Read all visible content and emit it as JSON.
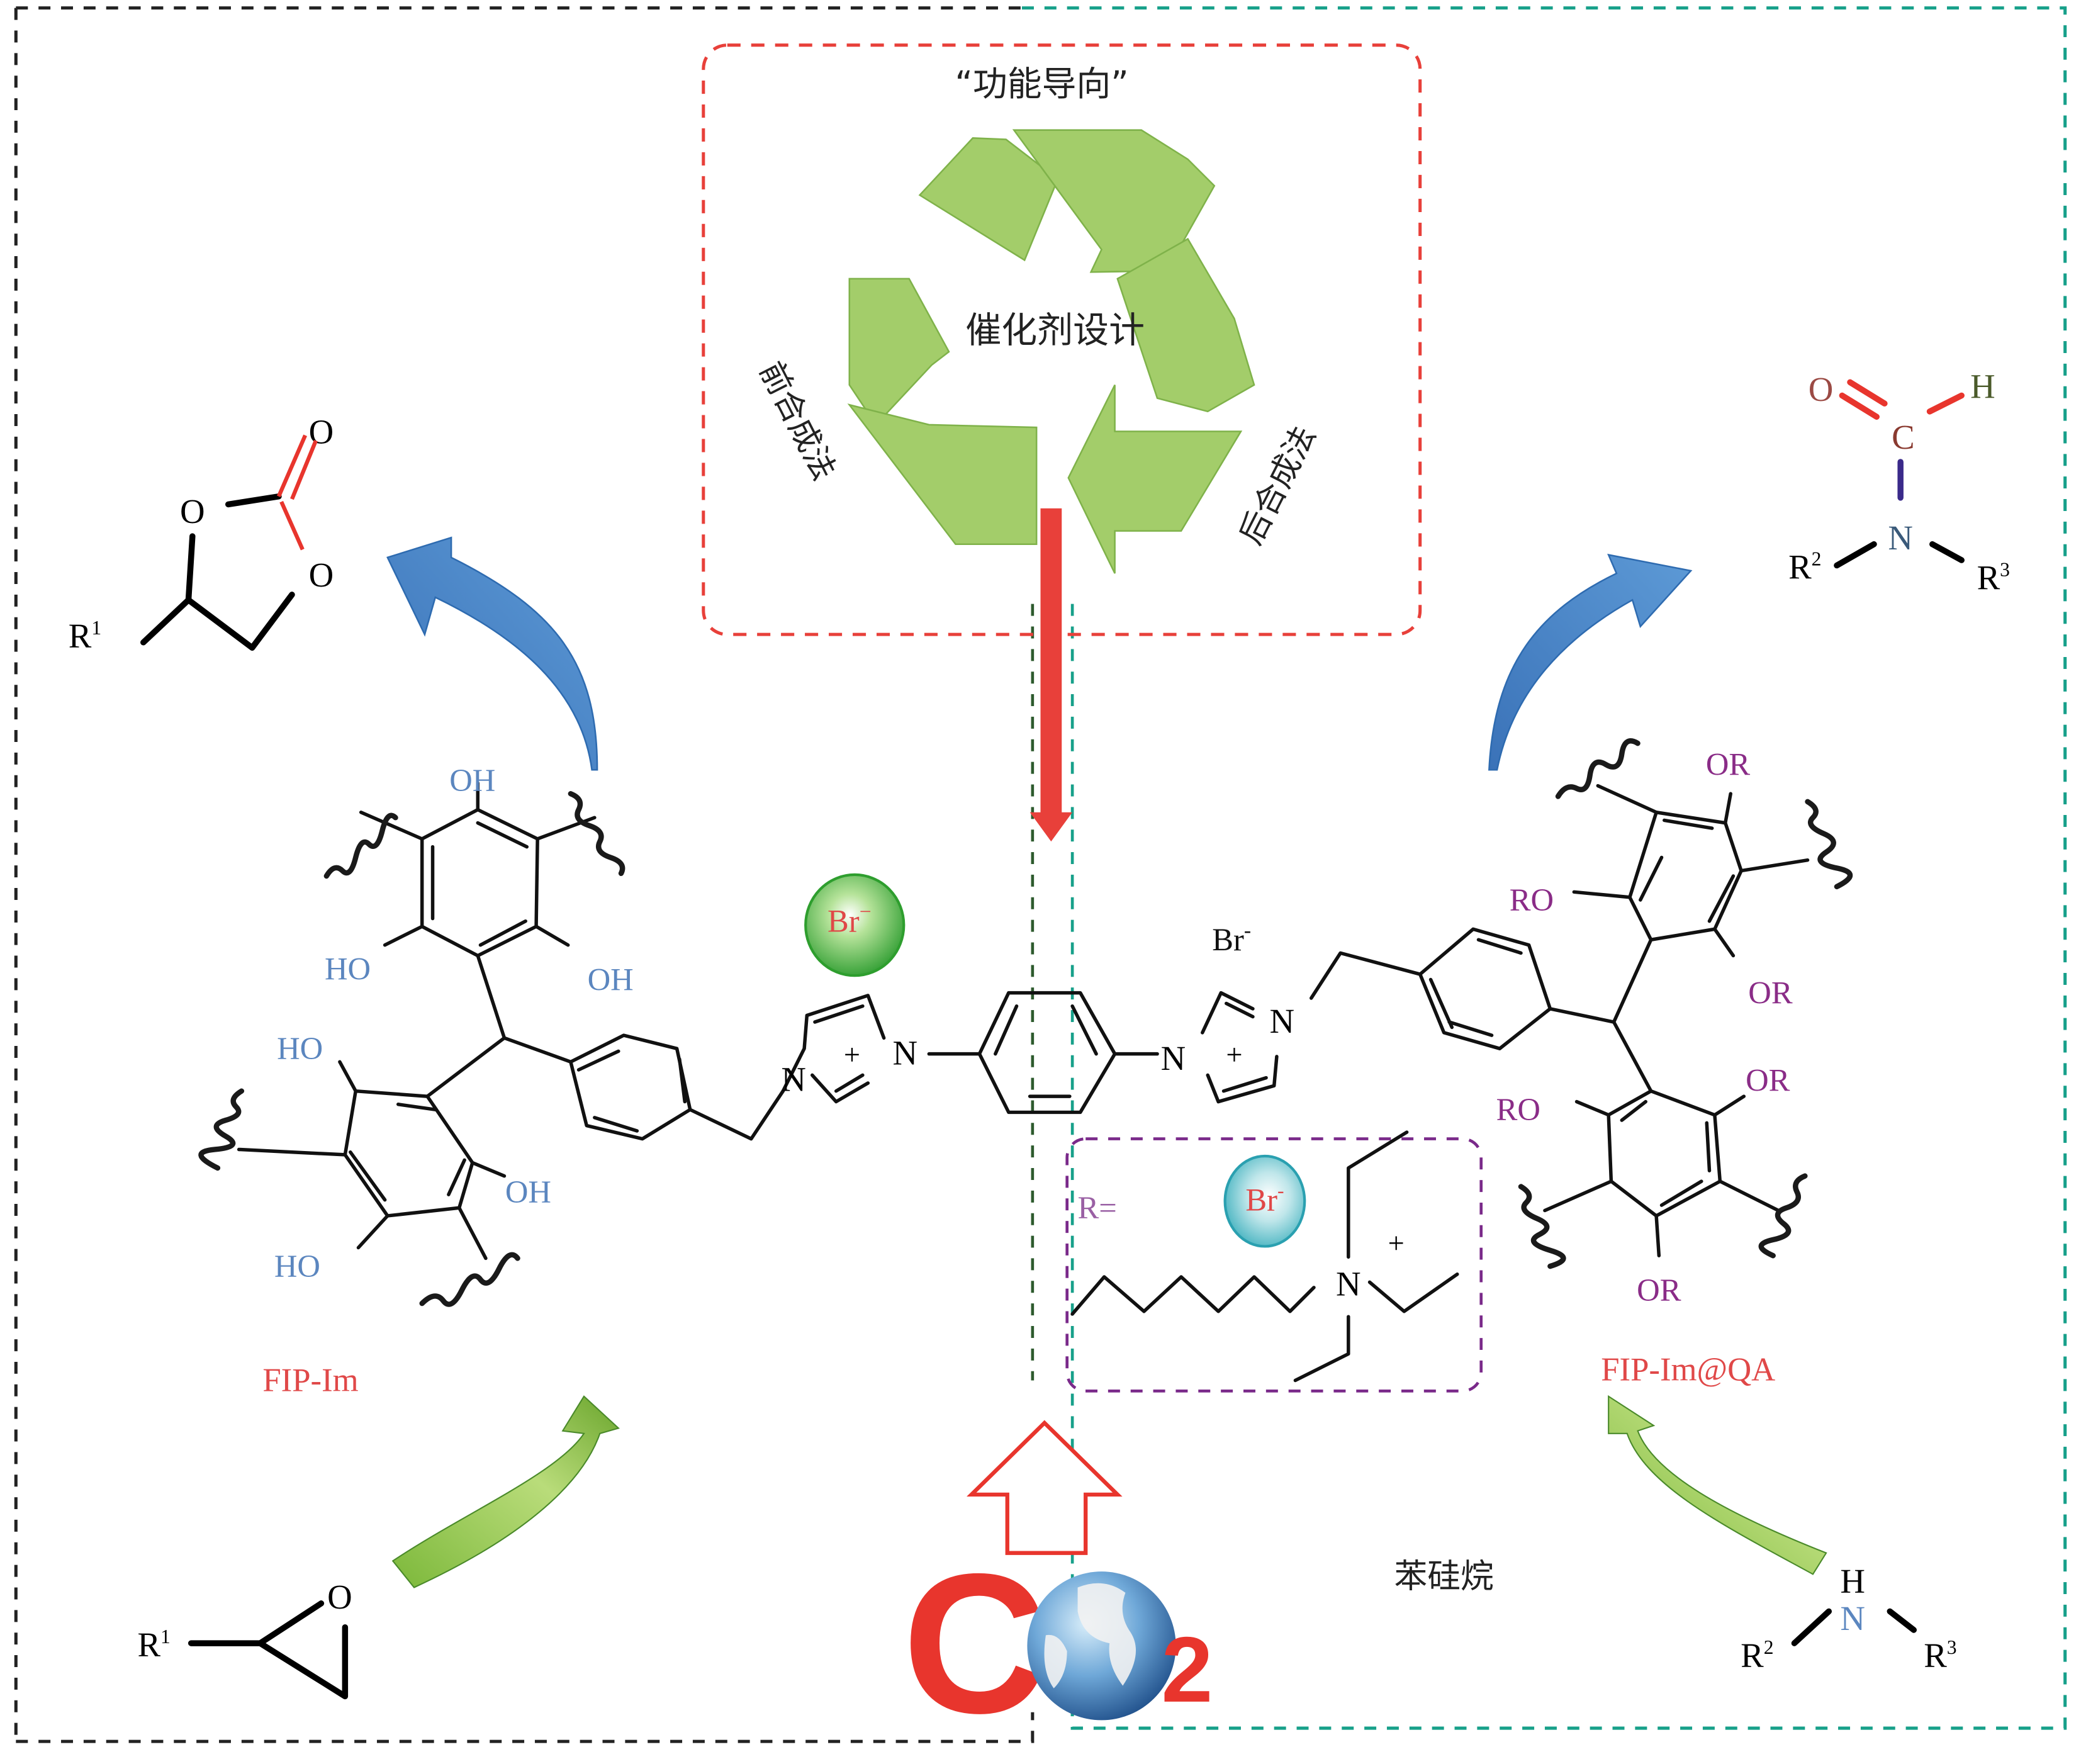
{
  "colors": {
    "left_frame": "#222222",
    "right_frame": "#17a08a",
    "design_frame": "#e8403a",
    "r_group_frame": "#7a2a8a",
    "recycle_green": "#a3cd6a",
    "hydroxyl_blue": "#5b86bf",
    "ether_purple": "#8a2c87",
    "catalyst_red": "#e04848",
    "blue_arrow": "#4a86c9"
  },
  "design_box": {
    "title": "“功能导向”",
    "center_label": "催化剂设计",
    "left_label": "前合成法",
    "right_label": "后合成法"
  },
  "left_panel": {
    "product": {
      "ring_O_top": "O",
      "ring_O_right": "O",
      "carbonyl_O": "O",
      "substituent": "R",
      "substituent_sup": "1"
    },
    "catalyst_name": "FIP-Im",
    "hydroxyl_labels": [
      "OH",
      "HO",
      "OH",
      "HO",
      "OH",
      "HO"
    ],
    "substrate": {
      "atom": "O",
      "substituent": "R",
      "substituent_sup": "1"
    }
  },
  "center": {
    "anion_bubble": {
      "text": "Br",
      "charge": "−"
    },
    "anion_plain": {
      "text": "Br",
      "charge": "-"
    },
    "imidazolium_left": {
      "n1": "N",
      "n2": "N",
      "charge": "+"
    },
    "imidazolium_right": {
      "n1": "N",
      "n2": "N",
      "charge": "+"
    },
    "co2": {
      "c": "C",
      "sub": "2"
    }
  },
  "r_group_box": {
    "label": "R=",
    "anion": {
      "text": "Br",
      "charge": "-"
    },
    "nitrogen": "N",
    "charge": "+"
  },
  "right_panel": {
    "product": {
      "O": "O",
      "C": "C",
      "H": "H",
      "N": "N",
      "r2": "R",
      "r2_sup": "2",
      "r3": "R",
      "r3_sup": "3"
    },
    "catalyst_name": "FIP-Im@QA",
    "ether_labels": [
      "OR",
      "RO",
      "OR",
      "OR",
      "RO",
      "OR"
    ],
    "reagent": "苯硅烷",
    "substrate": {
      "H": "H",
      "N": "N",
      "r2": "R",
      "r2_sup": "2",
      "r3": "R",
      "r3_sup": "3"
    }
  }
}
